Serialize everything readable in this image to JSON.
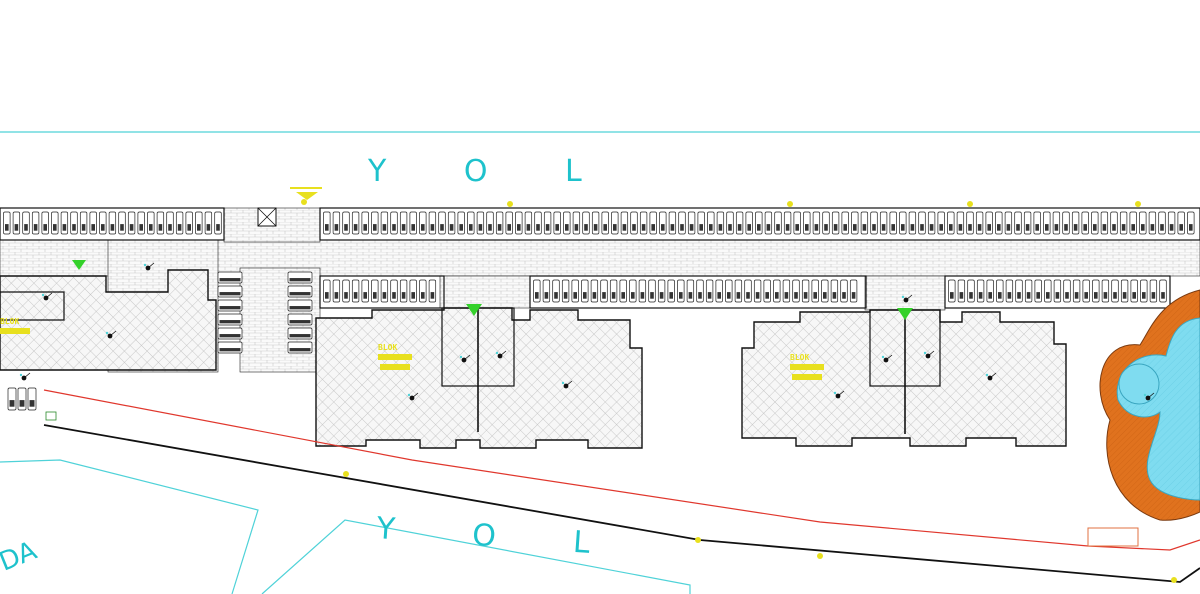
{
  "road_north": {
    "label": "Y O L"
  },
  "road_south": {
    "label": "Y O L"
  },
  "edge_text": {
    "label": "DA"
  },
  "block_labels": [
    {
      "id": "block-a",
      "label": "BLOK"
    },
    {
      "id": "block-b",
      "label": "BLOK"
    },
    {
      "id": "block-c",
      "label": "BLOK"
    }
  ],
  "colors": {
    "road_line": "#4fd2d8",
    "road_text": "#1ec2cc",
    "outline": "#111111",
    "boundary": "#e0372d",
    "hatch": "#b7b7b7",
    "pool_water": "#7fdcf0",
    "pool_deck": "#e0721e",
    "marker_green": "#34d12a",
    "marker_yellow": "#e8e01e"
  },
  "legend": {
    "icons": [
      "entrance-arrow-icon",
      "tree-marker-icon",
      "parking-space-icon"
    ]
  }
}
